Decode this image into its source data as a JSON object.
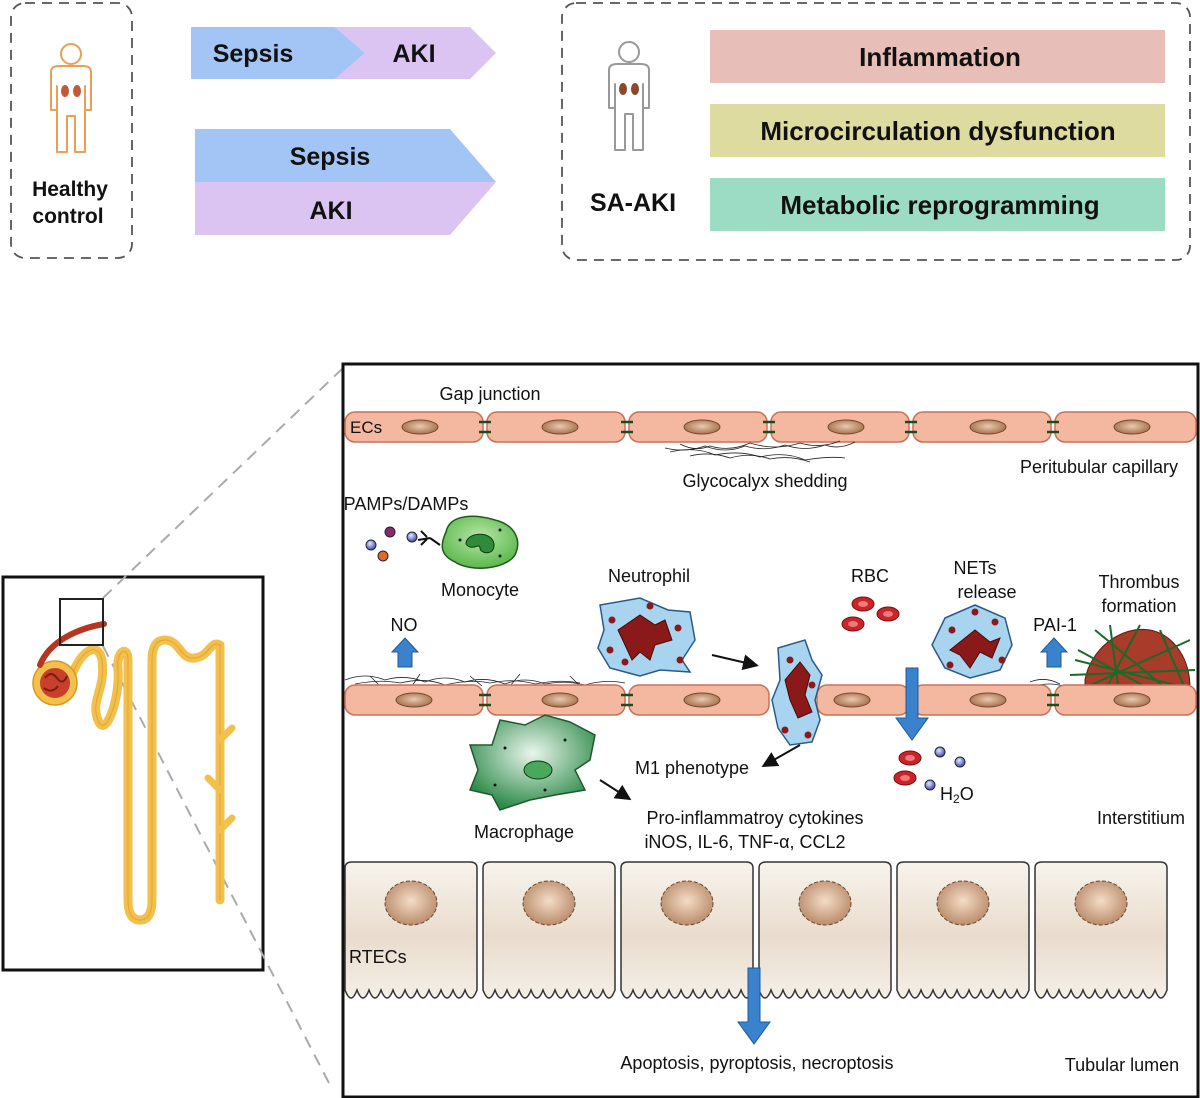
{
  "top": {
    "healthy_line1": "Healthy",
    "healthy_line2": "control",
    "path1_left": "Sepsis",
    "path1_right": "AKI",
    "path2_top": "Sepsis",
    "path2_bottom": "AKI",
    "sa_aki": "SA-AKI",
    "bars": [
      {
        "label": "Inflammation",
        "color": "#e8bfb8"
      },
      {
        "label": "Microcirculation dysfunction",
        "color": "#dedba0"
      },
      {
        "label": "Metabolic reprogramming",
        "color": "#9ddcc4"
      }
    ],
    "arrow_colors": {
      "sepsis": "#a3c5f5",
      "aki": "#dcc4f2"
    }
  },
  "detail": {
    "gap_junction": "Gap junction",
    "ecs": "ECs",
    "glycocalyx": "Glycocalyx shedding",
    "peritubular": "Peritubular capillary",
    "pamps": "PAMPs/DAMPs",
    "monocyte": "Monocyte",
    "neutrophil": "Neutrophil",
    "rbc": "RBC",
    "nets_line1": "NETs",
    "nets_line2": "release",
    "thrombus_line1": "Thrombus",
    "thrombus_line2": "formation",
    "no": "NO",
    "pai1": "PAI-1",
    "m1": "M1 phenotype",
    "h2o_h": "H",
    "h2o_sub": "2",
    "h2o_o": "O",
    "macrophage": "Macrophage",
    "cytokines_line1": "Pro-inflammatroy cytokines",
    "cytokines_line2": "iNOS, IL-6, TNF-α, CCL2",
    "interstitium": "Interstitium",
    "rtecs": "RTECs",
    "apoptosis": "Apoptosis, pyroptosis, necroptosis",
    "tubular_lumen": "Tubular lumen"
  }
}
